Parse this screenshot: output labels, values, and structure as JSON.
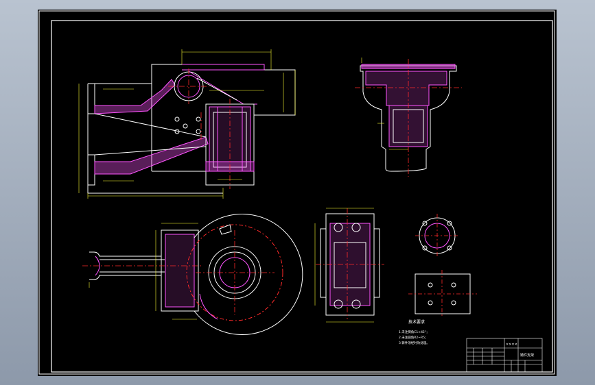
{
  "drawing": {
    "colors": {
      "background": "#000000",
      "outline": "#ffffff",
      "centerline": "#ff2a2a",
      "section_fill": "#ff55ff",
      "dimension": "#ffff33"
    },
    "tech_requirements": {
      "heading": "技术要求",
      "items": [
        "1.未注倒角C1×45°；",
        "2.未注圆角R2~R5；",
        "3.铸件须经时效处理。"
      ]
    },
    "title_block": {
      "part_name": "铸件支架",
      "company": "××××"
    }
  }
}
